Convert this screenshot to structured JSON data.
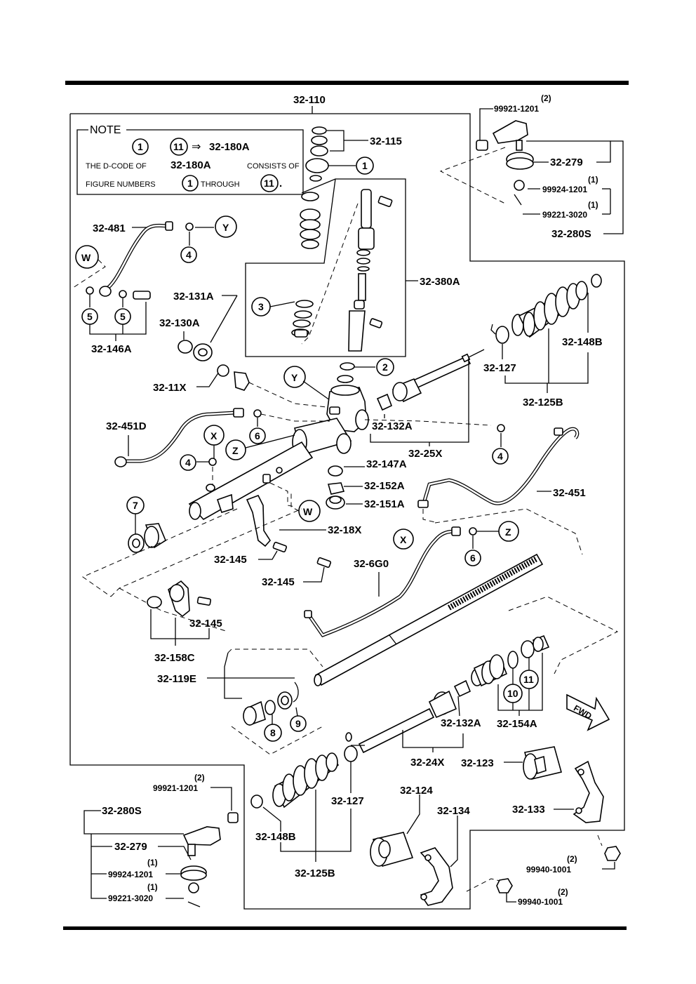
{
  "note": {
    "title": "NOTE",
    "line1_arrow_code": "32-180A",
    "line2_prefix": "THE D-CODE OF",
    "line2_code": "32-180A",
    "line2_suffix": "CONSISTS OF",
    "line3_prefix": "FIGURE NUMBERS",
    "line3_through": "THROUGH",
    "line3_end": ".",
    "circle_first": "1",
    "circle_last": "11"
  },
  "labels": {
    "assembly": "32-110",
    "p32_115": "32-115",
    "p32_380A": "32-380A",
    "p32_481": "32-481",
    "p32_131A": "32-131A",
    "p32_130A": "32-130A",
    "p32_146A": "32-146A",
    "p32_11X": "32-11X",
    "p32_451D": "32-451D",
    "p32_132A_top": "32-132A",
    "p32_25X": "32-25X",
    "p32_147A": "32-147A",
    "p32_152A": "32-152A",
    "p32_151A": "32-151A",
    "p32_451": "32-451",
    "p32_18X": "32-18X",
    "p32_145_a": "32-145",
    "p32_145_b": "32-145",
    "p32_6G0": "32-6G0",
    "p32_145_c": "32-145",
    "p32_158C": "32-158C",
    "p32_119E": "32-119E",
    "p32_132A_bottom": "32-132A",
    "p32_154A": "32-154A",
    "p32_24X": "32-24X",
    "p32_123": "32-123",
    "p32_127_top": "32-127",
    "p32_125B_top": "32-125B",
    "p32_148B_top": "32-148B",
    "p32_127_bottom": "32-127",
    "p32_124": "32-124",
    "p32_134": "32-134",
    "p32_133": "32-133",
    "p32_148B_bottom": "32-148B",
    "p32_125B_bottom": "32-125B",
    "tr_qty_1201": "(2)",
    "tr_99921_1201": "99921-1201",
    "tr_32_279": "32-279",
    "tr_qty_99924": "(1)",
    "tr_99924_1201": "99924-1201",
    "tr_qty_99221": "(1)",
    "tr_99221_3020": "99221-3020",
    "tr_32_280S": "32-280S",
    "bl_qty_1201": "(2)",
    "bl_99921_1201": "99921-1201",
    "bl_32_280S": "32-280S",
    "bl_32_279": "32-279",
    "bl_qty_99924": "(1)",
    "bl_99924_1201": "99924-1201",
    "bl_qty_99221": "(1)",
    "bl_99221_3020": "99221-3020",
    "br_qty_1001_a": "(2)",
    "br_99940_1001_a": "99940-1001",
    "br_qty_1001_b": "(2)",
    "br_99940_1001_b": "99940-1001",
    "fwd": "FWD"
  },
  "circled": {
    "c1_note_first": "1",
    "c11_note": "11",
    "c1_note_last": "1",
    "c11_note_last": "11",
    "c1_part": "1",
    "c2": "2",
    "c3": "3",
    "c4_a": "4",
    "c4_b": "4",
    "c4_c": "4",
    "c5_a": "5",
    "c5_b": "5",
    "c6_a": "6",
    "c6_b": "6",
    "c7": "7",
    "c8": "8",
    "c9": "9",
    "c10": "10",
    "c11": "11"
  },
  "refs": {
    "Y_a": "Y",
    "Y_b": "Y",
    "W_a": "W",
    "W_b": "W",
    "X_a": "X",
    "X_b": "X",
    "Z_a": "Z",
    "Z_b": "Z"
  },
  "arrow_glyph": "⇒"
}
